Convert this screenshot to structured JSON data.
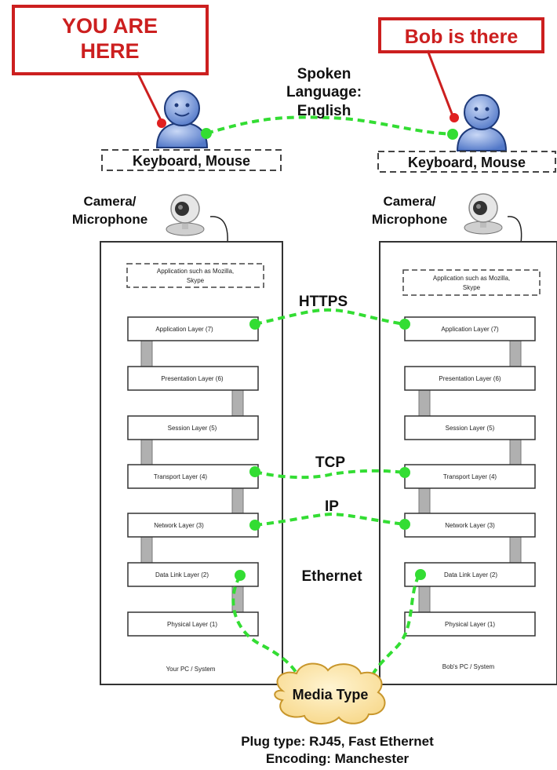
{
  "callouts": {
    "you_line1": "YOU ARE",
    "you_line2": "HERE",
    "bob": "Bob is there"
  },
  "spoken": {
    "line1": "Spoken",
    "line2": "Language:",
    "line3": "English"
  },
  "input_devices": {
    "left": "Keyboard, Mouse",
    "right": "Keyboard, Mouse"
  },
  "camera": {
    "left_line1": "Camera/",
    "left_line2": "Microphone",
    "right_line1": "Camera/",
    "right_line2": "Microphone"
  },
  "application": {
    "left_line1": "Application such as Mozilla,",
    "left_line2": "Skype",
    "right_line1": "Application such as Mozilla,",
    "right_line2": "Skype"
  },
  "layers": [
    "Application Layer  (7)",
    "Presentation Layer (6)",
    "Session Layer (5)",
    "Transport Layer (4)",
    "Network Layer (3)",
    "Data Link Layer (2)",
    "Physical Layer (1)"
  ],
  "protocols": {
    "https": "HTTPS",
    "tcp": "TCP",
    "ip": "IP",
    "ethernet": "Ethernet"
  },
  "systems": {
    "left": "Your PC / System",
    "right": "Bob's PC / System"
  },
  "media": {
    "label": "Media Type",
    "plug": "Plug type: RJ45, Fast Ethernet",
    "encoding": "Encoding: Manchester"
  },
  "colors": {
    "callout_red": "#cc1f1f",
    "link_green": "#33dd33",
    "person_blue": "#6a8fd8",
    "cloud_fill": "#ffe7a8"
  }
}
